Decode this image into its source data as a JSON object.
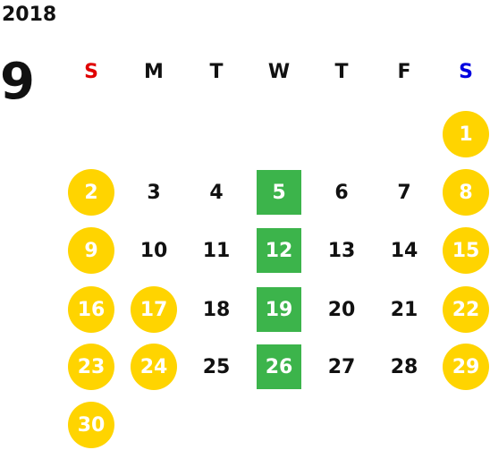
{
  "calendar": {
    "year": "2018",
    "month": "9",
    "weekdays": [
      {
        "label": "S",
        "color": "#E00000"
      },
      {
        "label": "M",
        "color": "#111111"
      },
      {
        "label": "T",
        "color": "#111111"
      },
      {
        "label": "W",
        "color": "#111111"
      },
      {
        "label": "T",
        "color": "#111111"
      },
      {
        "label": "F",
        "color": "#111111"
      },
      {
        "label": "S",
        "color": "#0000E0"
      }
    ],
    "colors": {
      "holiday": "#FFD400",
      "closed": "#3CB44B"
    },
    "weeks": [
      [
        null,
        null,
        null,
        null,
        null,
        null,
        {
          "day": "1",
          "type": "holiday"
        }
      ],
      [
        {
          "day": "2",
          "type": "holiday"
        },
        {
          "day": "3",
          "type": "normal"
        },
        {
          "day": "4",
          "type": "normal"
        },
        {
          "day": "5",
          "type": "closed"
        },
        {
          "day": "6",
          "type": "normal"
        },
        {
          "day": "7",
          "type": "normal"
        },
        {
          "day": "8",
          "type": "holiday"
        }
      ],
      [
        {
          "day": "9",
          "type": "holiday"
        },
        {
          "day": "10",
          "type": "normal"
        },
        {
          "day": "11",
          "type": "normal"
        },
        {
          "day": "12",
          "type": "closed"
        },
        {
          "day": "13",
          "type": "normal"
        },
        {
          "day": "14",
          "type": "normal"
        },
        {
          "day": "15",
          "type": "holiday"
        }
      ],
      [
        {
          "day": "16",
          "type": "holiday"
        },
        {
          "day": "17",
          "type": "holiday"
        },
        {
          "day": "18",
          "type": "normal"
        },
        {
          "day": "19",
          "type": "closed"
        },
        {
          "day": "20",
          "type": "normal"
        },
        {
          "day": "21",
          "type": "normal"
        },
        {
          "day": "22",
          "type": "holiday"
        }
      ],
      [
        {
          "day": "23",
          "type": "holiday"
        },
        {
          "day": "24",
          "type": "holiday"
        },
        {
          "day": "25",
          "type": "normal"
        },
        {
          "day": "26",
          "type": "closed"
        },
        {
          "day": "27",
          "type": "normal"
        },
        {
          "day": "28",
          "type": "normal"
        },
        {
          "day": "29",
          "type": "holiday"
        }
      ],
      [
        {
          "day": "30",
          "type": "holiday"
        },
        null,
        null,
        null,
        null,
        null,
        null
      ]
    ]
  }
}
